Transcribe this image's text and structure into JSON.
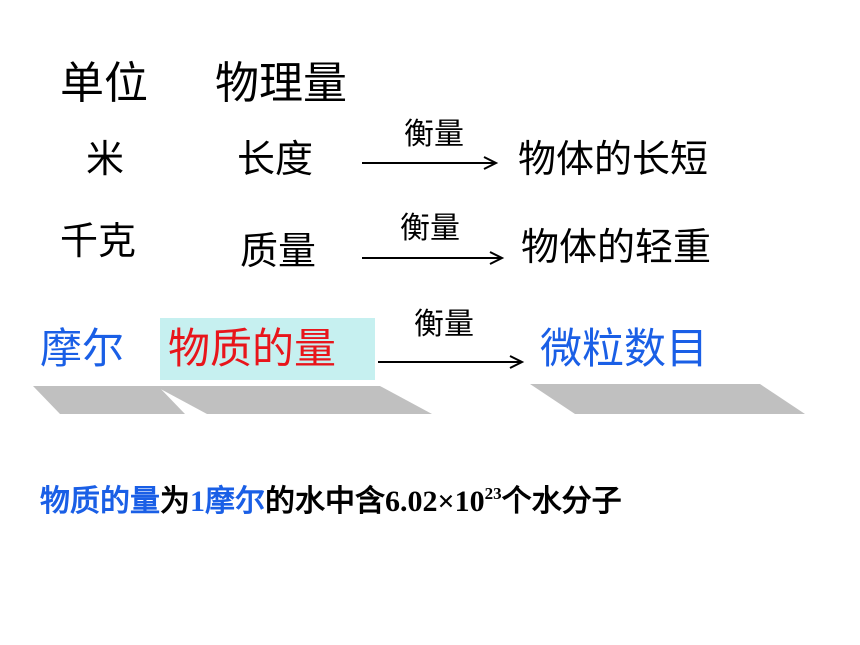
{
  "header": {
    "unit": "单位",
    "quantity": "物理量"
  },
  "rows": [
    {
      "unit": "米",
      "quantity": "长度",
      "verb": "衡量",
      "target": "物体的长短"
    },
    {
      "unit": "千克",
      "quantity": "质量",
      "verb": "衡量",
      "target": "物体的轻重"
    }
  ],
  "mole_row": {
    "unit": "摩尔",
    "quantity": "物质的量",
    "verb": "衡量",
    "target": "微粒数目"
  },
  "sentence": {
    "p1": "物质的量",
    "p2": "为",
    "p3": "1摩尔",
    "p4": "的水中含",
    "p5": "6.02×10",
    "exp": "23",
    "p6": "个水分子"
  },
  "colors": {
    "blue": "#1a5fe6",
    "red": "#e8151b",
    "highlight": "#c6f0f0",
    "shadow": "#c0c0c0"
  }
}
